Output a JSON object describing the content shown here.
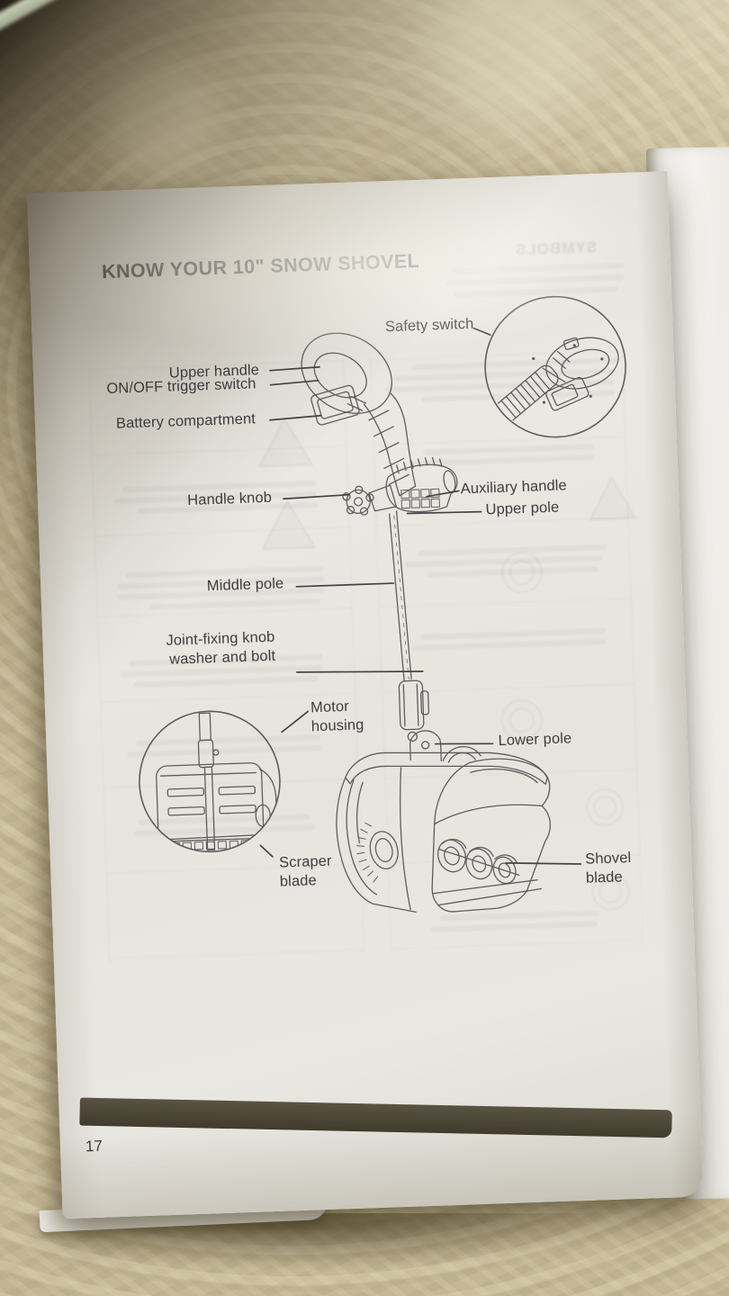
{
  "scene": {
    "description": "Photograph of a printed instruction manual page lying open on a patterned beige table",
    "table_color": "#c3b795",
    "paper_color": "#e8e6df",
    "ink_color": "#3d3d41",
    "footer_bar_color": "#4b4536"
  },
  "page": {
    "title": "KNOW YOUR 10\" SNOW SHOVEL",
    "page_number": "17",
    "bleedthrough_text": "SYMBOLS"
  },
  "diagram": {
    "labels": [
      {
        "id": "safety-switch",
        "lines": [
          "Safety switch"
        ]
      },
      {
        "id": "upper-handle",
        "lines": [
          "Upper handle"
        ]
      },
      {
        "id": "on-off-trigger-switch",
        "lines": [
          "ON/OFF trigger switch"
        ]
      },
      {
        "id": "battery-compartment",
        "lines": [
          "Battery compartment"
        ]
      },
      {
        "id": "handle-knob",
        "lines": [
          "Handle knob"
        ]
      },
      {
        "id": "auxiliary-handle",
        "lines": [
          "Auxiliary handle"
        ]
      },
      {
        "id": "upper-pole",
        "lines": [
          "Upper pole"
        ]
      },
      {
        "id": "middle-pole",
        "lines": [
          "Middle pole"
        ]
      },
      {
        "id": "joint-fixing-knob",
        "lines": [
          "Joint-fixing knob",
          "washer and bolt"
        ]
      },
      {
        "id": "motor-housing",
        "lines": [
          "Motor",
          "housing"
        ]
      },
      {
        "id": "lower-pole",
        "lines": [
          "Lower pole"
        ]
      },
      {
        "id": "scraper-blade",
        "lines": [
          "Scraper",
          "blade"
        ]
      },
      {
        "id": "shovel-blade",
        "lines": [
          "Shovel",
          "blade"
        ]
      }
    ]
  }
}
